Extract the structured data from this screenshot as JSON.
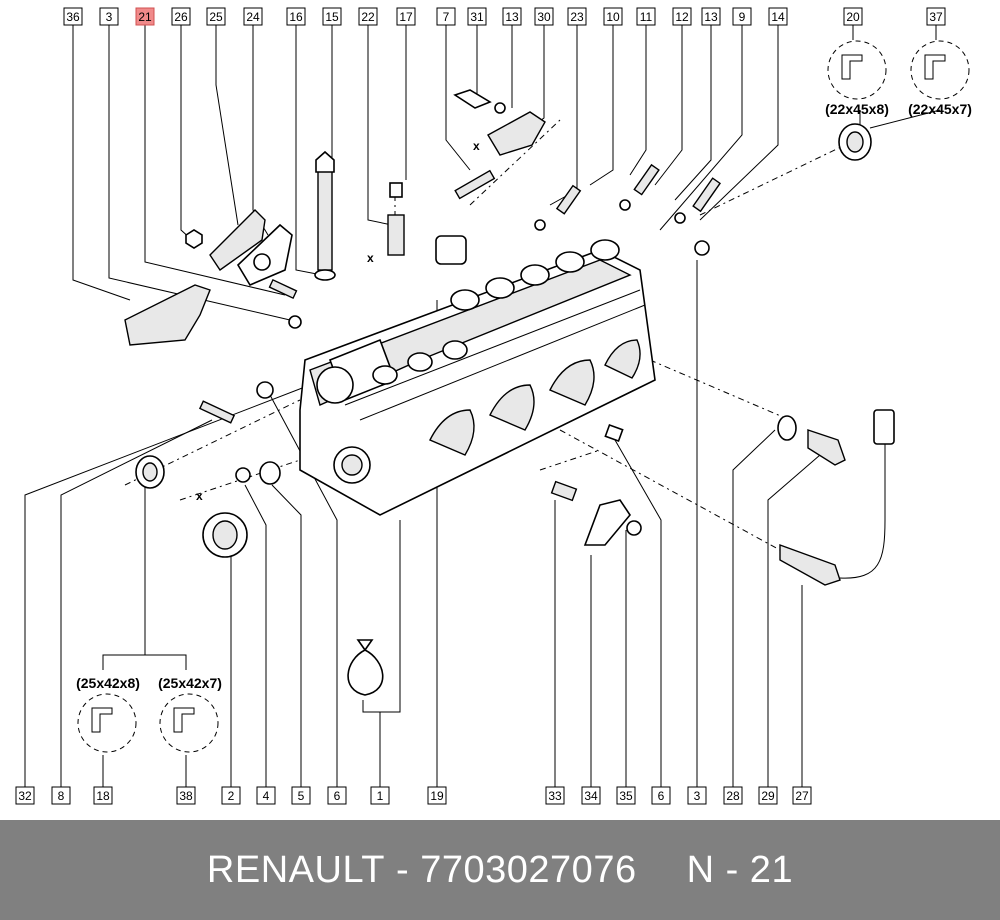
{
  "diagram": {
    "top_labels": [
      "36",
      "3",
      "21",
      "26",
      "25",
      "24",
      "16",
      "15",
      "22",
      "17",
      "7",
      "31",
      "13",
      "30",
      "23",
      "10",
      "11",
      "12",
      "13",
      "9",
      "14",
      "20",
      "37"
    ],
    "highlighted_label": "21",
    "bottom_labels": [
      "32",
      "8",
      "18",
      "38",
      "2",
      "4",
      "5",
      "6",
      "1",
      "19",
      "33",
      "34",
      "35",
      "6",
      "3",
      "28",
      "29",
      "27"
    ],
    "seal_dimensions": {
      "top_left": "(22x45x8)",
      "top_right": "(22x45x7)",
      "bottom_left": "(25x42x8)",
      "bottom_right": "(25x42x7)"
    },
    "x_marks": [
      "x",
      "x",
      "x"
    ]
  },
  "footer": {
    "brand": "RENAULT",
    "separator": "-",
    "part_number": "7703027076",
    "page_ref": "N - 21"
  },
  "colors": {
    "highlight": "#f08a8a",
    "footer_bg": "#808080",
    "footer_text": "#ffffff"
  }
}
